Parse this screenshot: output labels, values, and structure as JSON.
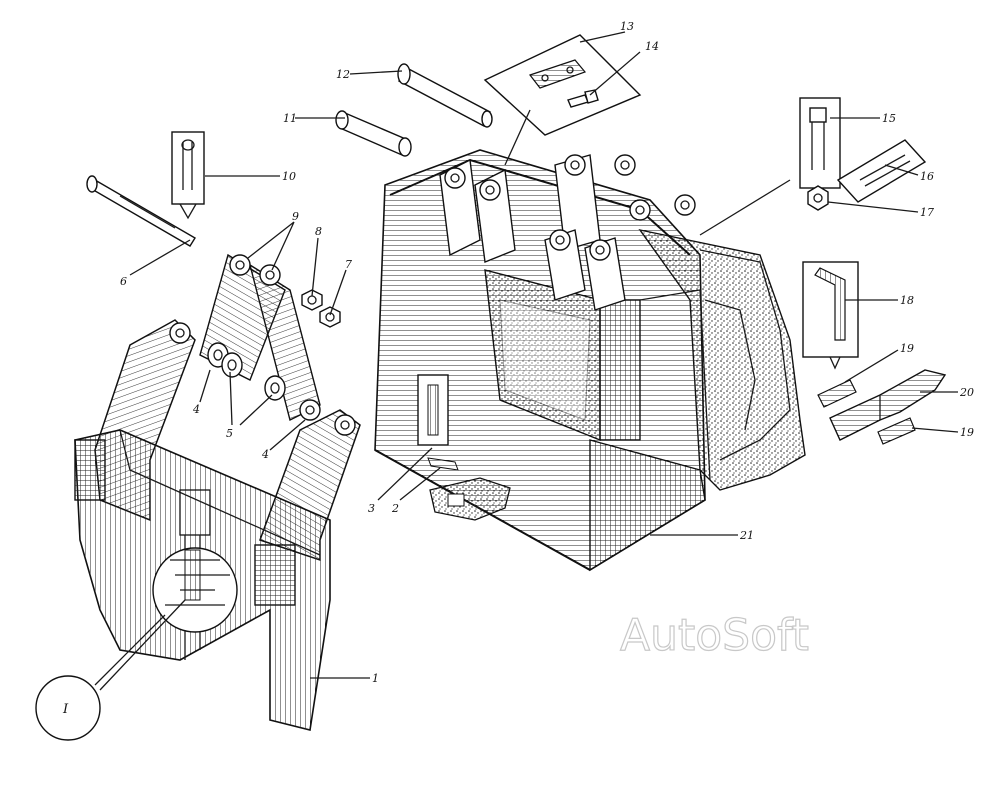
{
  "watermark": "AutoSoft",
  "detail_view_label": "I",
  "callouts": [
    {
      "id": "c1",
      "label": "1"
    },
    {
      "id": "c2",
      "label": "2"
    },
    {
      "id": "c3",
      "label": "3"
    },
    {
      "id": "c4a",
      "label": "4"
    },
    {
      "id": "c4b",
      "label": "4"
    },
    {
      "id": "c5",
      "label": "5"
    },
    {
      "id": "c6",
      "label": "6"
    },
    {
      "id": "c7",
      "label": "7"
    },
    {
      "id": "c8",
      "label": "8"
    },
    {
      "id": "c9",
      "label": "9"
    },
    {
      "id": "c10",
      "label": "10"
    },
    {
      "id": "c11",
      "label": "11"
    },
    {
      "id": "c12",
      "label": "12"
    },
    {
      "id": "c13",
      "label": "13"
    },
    {
      "id": "c14",
      "label": "14"
    },
    {
      "id": "c15",
      "label": "15"
    },
    {
      "id": "c16",
      "label": "16"
    },
    {
      "id": "c17",
      "label": "17"
    },
    {
      "id": "c18",
      "label": "18"
    },
    {
      "id": "c19a",
      "label": "19"
    },
    {
      "id": "c19b",
      "label": "19"
    },
    {
      "id": "c20",
      "label": "20"
    },
    {
      "id": "c21",
      "label": "21"
    }
  ]
}
